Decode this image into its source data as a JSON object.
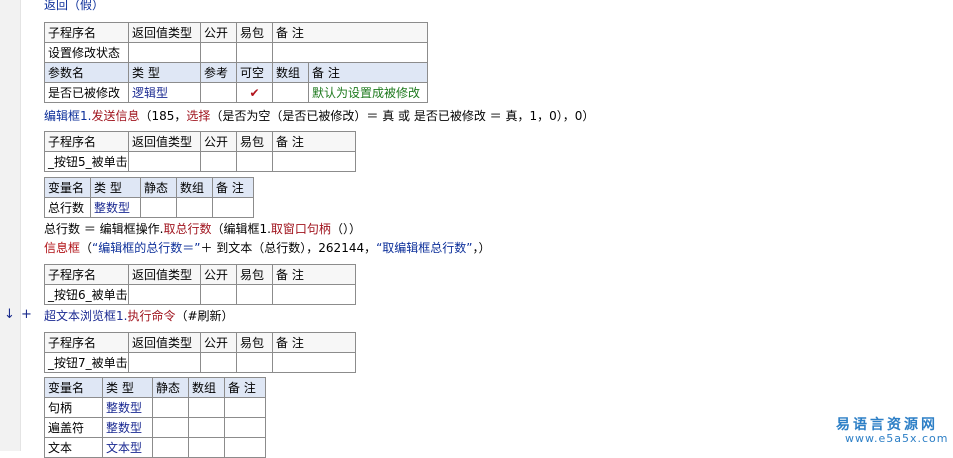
{
  "top_line": "返回（假）",
  "table1": {
    "header": [
      "子程序名",
      "返回值类型",
      "公开",
      "易包",
      "备 注"
    ],
    "row": [
      "设置修改状态",
      "",
      "",
      "",
      ""
    ],
    "param_header": [
      "参数名",
      "类 型",
      "参考",
      "可空",
      "数组",
      "备 注"
    ],
    "param_row": {
      "name": "是否已被修改",
      "type": "逻辑型",
      "ref": "",
      "nullable": "✔",
      "array": "",
      "note": "默认为设置成被修改"
    }
  },
  "line1": {
    "obj": "编辑框1.",
    "method": "发送信息",
    "args": "（185，",
    "sel": "选择",
    "rest": "（是否为空（是否已被修改）＝ 真 或 是否已被修改 ＝ 真，1，0），0）"
  },
  "table2": {
    "header": [
      "子程序名",
      "返回值类型",
      "公开",
      "易包",
      "备 注"
    ],
    "row": [
      "_按钮5_被单击",
      "",
      "",
      "",
      ""
    ]
  },
  "vars1": {
    "header": [
      "变量名",
      "类 型",
      "静态",
      "数组",
      "备 注"
    ],
    "rows": [
      {
        "name": "总行数",
        "type": "整数型",
        "static": "",
        "array": "",
        "note": ""
      }
    ]
  },
  "line2": {
    "lhs": "总行数 ＝ 编辑框操作.",
    "method": "取总行数",
    "mid": "（编辑框1.",
    "method2": "取窗口句柄",
    "end": "（））"
  },
  "line3": {
    "func": "信息框",
    "open": "（",
    "q1": "“编辑框的总行数＝”",
    "plus": "＋ 到文本（总行数），262144，",
    "q2": "“取编辑框总行数”",
    "close": "，）"
  },
  "table3": {
    "header": [
      "子程序名",
      "返回值类型",
      "公开",
      "易包",
      "备 注"
    ],
    "row": [
      "_按钮6_被单击",
      "",
      "",
      "",
      ""
    ]
  },
  "gutter": {
    "arrow": "↓",
    "plus": "+"
  },
  "line4": {
    "obj": "超文本浏览框1.",
    "method": "执行命令",
    "args": "（#刷新）"
  },
  "table4": {
    "header": [
      "子程序名",
      "返回值类型",
      "公开",
      "易包",
      "备 注"
    ],
    "row": [
      "_按钮7_被单击",
      "",
      "",
      "",
      ""
    ]
  },
  "vars2": {
    "header": [
      "变量名",
      "类 型",
      "静态",
      "数组",
      "备 注"
    ],
    "rows": [
      {
        "name": "句柄",
        "type": "整数型"
      },
      {
        "name": "遍盖符",
        "type": "整数型"
      },
      {
        "name": "文本",
        "type": "文本型"
      }
    ]
  },
  "watermark": {
    "cn": "易语言资源网",
    "url": "www.e5a5x.com"
  },
  "colors": {
    "keyword_blue": "#0c2f9a",
    "method_red": "#a0141e",
    "note_green": "#1e7a1e",
    "header_blue": "#dfe7f5"
  }
}
